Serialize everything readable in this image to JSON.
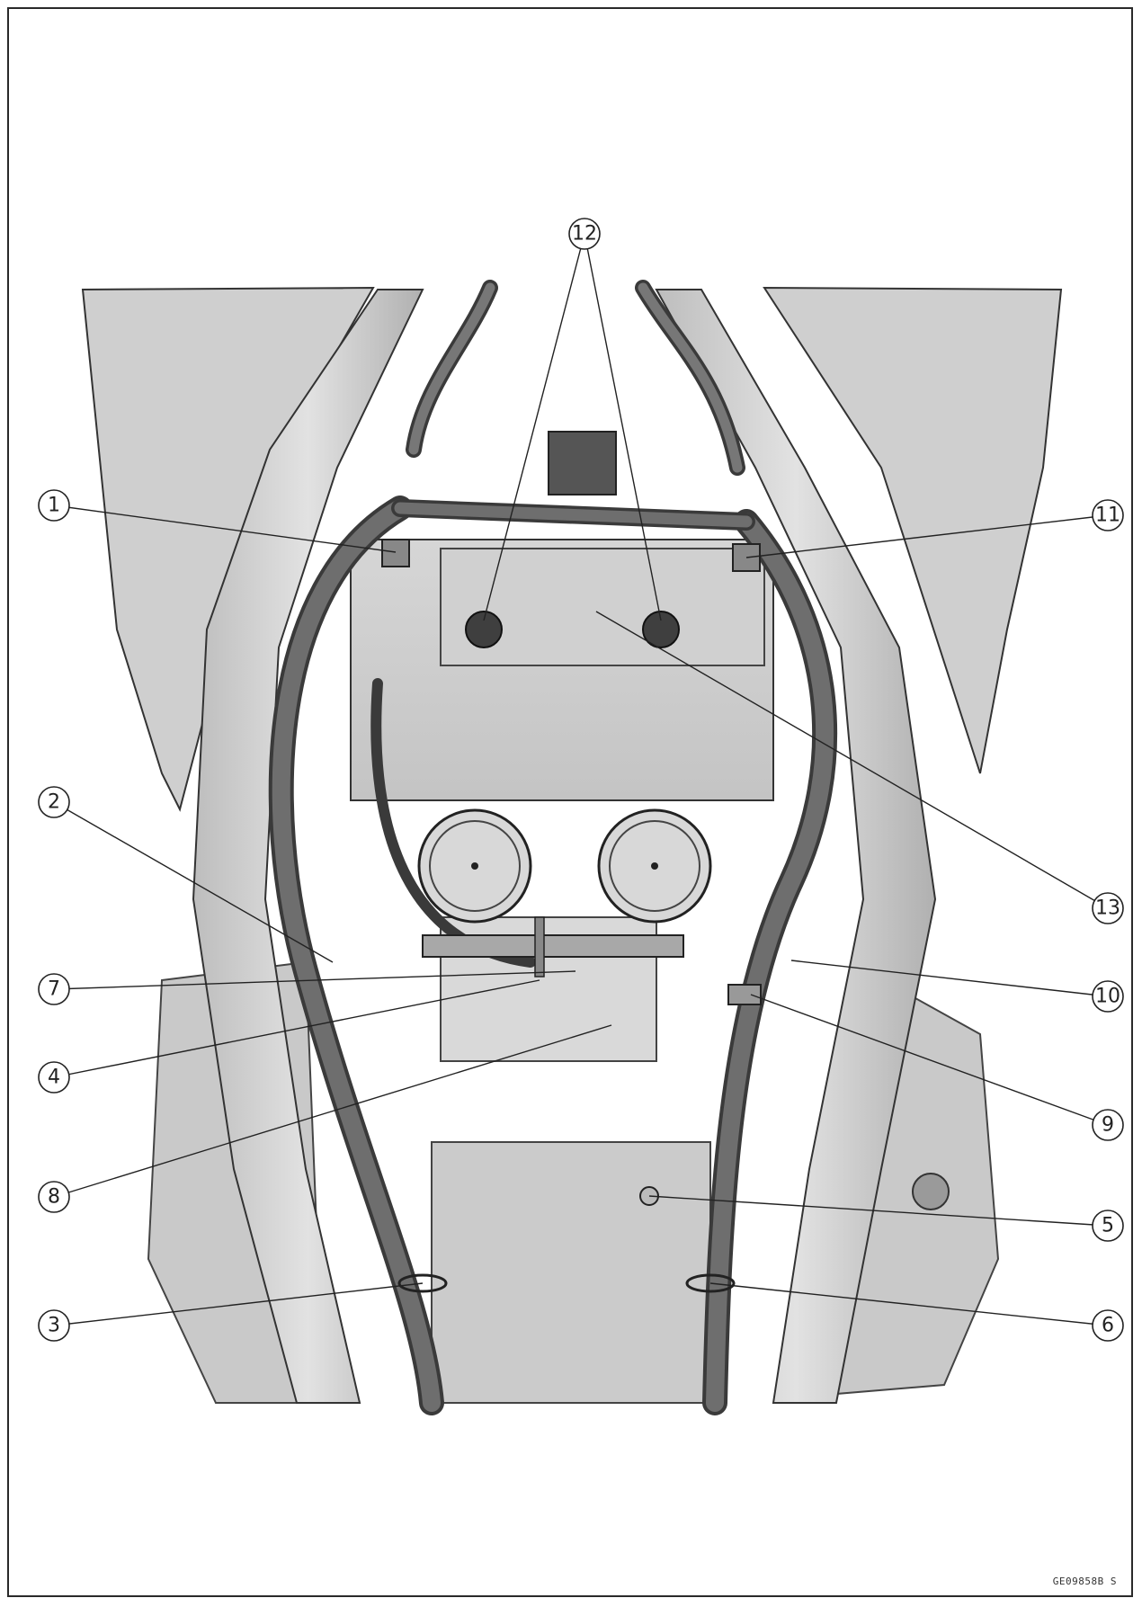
{
  "figure_code": "GE09858B S",
  "callouts": [
    {
      "id": "1",
      "label": "1"
    },
    {
      "id": "2",
      "label": "2"
    },
    {
      "id": "3",
      "label": "3"
    },
    {
      "id": "4",
      "label": "4"
    },
    {
      "id": "5",
      "label": "5"
    },
    {
      "id": "6",
      "label": "6"
    },
    {
      "id": "7",
      "label": "7"
    },
    {
      "id": "8",
      "label": "8"
    },
    {
      "id": "9",
      "label": "9"
    },
    {
      "id": "10",
      "label": "10"
    },
    {
      "id": "11",
      "label": "11"
    },
    {
      "id": "12",
      "label": "12"
    },
    {
      "id": "13",
      "label": "13"
    }
  ]
}
